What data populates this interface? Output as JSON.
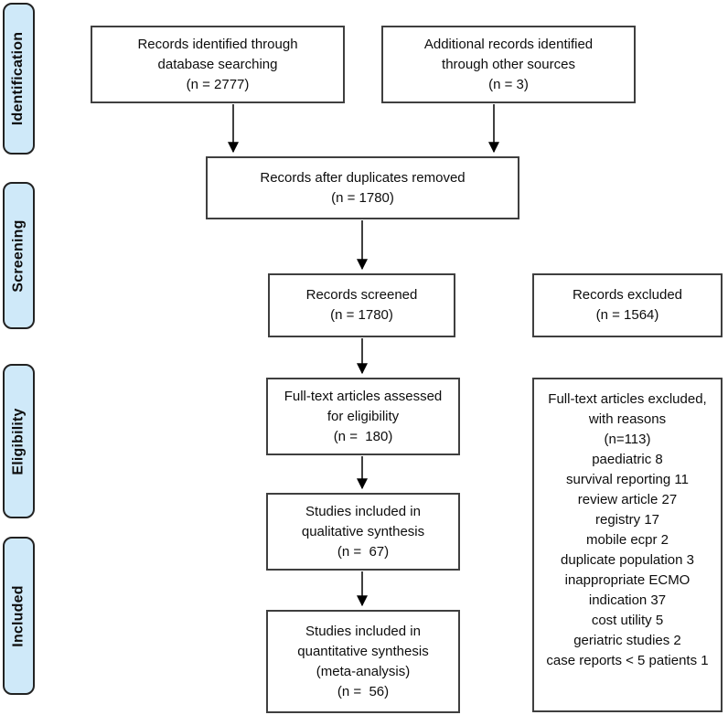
{
  "sidebar": {
    "identification": "Identification",
    "screening": "Screening",
    "eligibility": "Eligibility",
    "included": "Included"
  },
  "boxes": {
    "identified_db": {
      "lines": [
        "Records identified through",
        "database searching",
        "(n = 2777)"
      ]
    },
    "identified_other": {
      "lines": [
        "Additional records identified",
        "through other sources",
        "(n = 3)"
      ]
    },
    "duplicates_removed": {
      "lines": [
        "Records after duplicates removed",
        "(n = 1780)"
      ]
    },
    "records_screened": {
      "lines": [
        "Records screened",
        "(n = 1780)"
      ]
    },
    "records_excluded": {
      "lines": [
        "Records excluded",
        "(n = 1564)"
      ]
    },
    "fulltext_assessed": {
      "lines": [
        "Full-text articles assessed",
        "for eligibility",
        "(n =  180)"
      ]
    },
    "fulltext_excluded": {
      "lines": [
        "Full-text articles excluded,",
        "with reasons",
        "(n=113)",
        "paediatric 8",
        "survival reporting 11",
        "review article 27",
        "registry 17",
        "mobile ecpr 2",
        "duplicate population 3",
        "inappropriate ECMO",
        "indication 37",
        "cost utility 5",
        "geriatric studies 2",
        "case reports < 5 patients 1"
      ]
    },
    "qualitative_synthesis": {
      "lines": [
        "Studies included in",
        "qualitative synthesis",
        "(n =  67)"
      ]
    },
    "quantitative_synthesis": {
      "lines": [
        "Studies included in",
        "quantitative synthesis",
        "(meta-analysis)",
        "(n =  56)"
      ]
    }
  },
  "colors": {
    "stage_fill": "#cfe9f9",
    "stage_border": "#222222",
    "box_border": "#3f3f3f",
    "arrow": "#000000",
    "text": "#0d0d0d"
  }
}
